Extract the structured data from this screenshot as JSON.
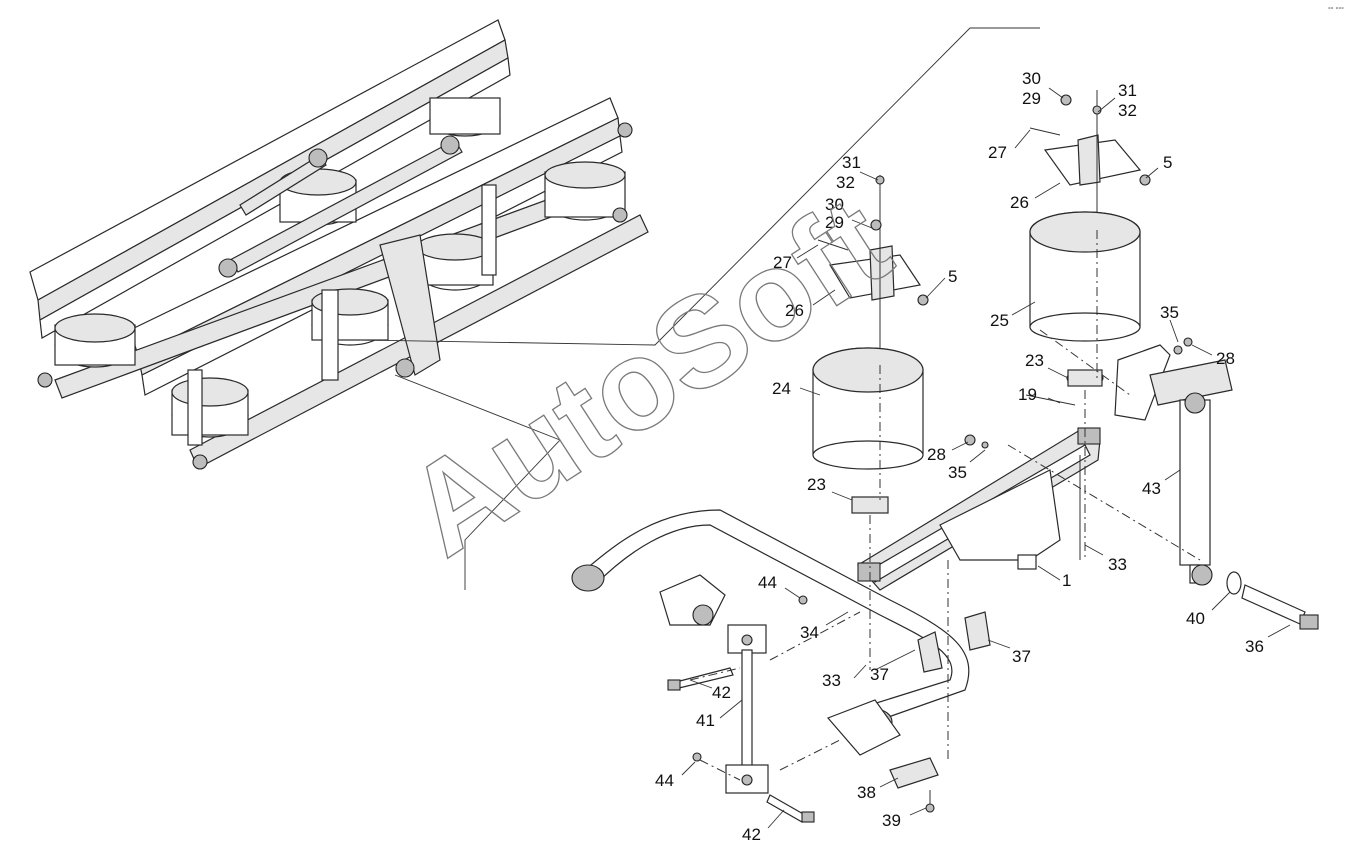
{
  "watermark": "AutoSoft",
  "corner_mark": "°° °°°",
  "callouts": [
    {
      "id": "c30a",
      "text": "30"
    },
    {
      "id": "c29a",
      "text": "29"
    },
    {
      "id": "c31a",
      "text": "31"
    },
    {
      "id": "c32a",
      "text": "32"
    },
    {
      "id": "c27a",
      "text": "27"
    },
    {
      "id": "c5a",
      "text": "5"
    },
    {
      "id": "c26a",
      "text": "26"
    },
    {
      "id": "c25",
      "text": "25"
    },
    {
      "id": "c31b",
      "text": "31"
    },
    {
      "id": "c32b",
      "text": "32"
    },
    {
      "id": "c30b",
      "text": "30"
    },
    {
      "id": "c29b",
      "text": "29"
    },
    {
      "id": "c27b",
      "text": "27"
    },
    {
      "id": "c5b",
      "text": "5"
    },
    {
      "id": "c26b",
      "text": "26"
    },
    {
      "id": "c24",
      "text": "24"
    },
    {
      "id": "c23a",
      "text": "23"
    },
    {
      "id": "c35a",
      "text": "35"
    },
    {
      "id": "c28a",
      "text": "28"
    },
    {
      "id": "c19",
      "text": "19"
    },
    {
      "id": "c28b",
      "text": "28"
    },
    {
      "id": "c35b",
      "text": "35"
    },
    {
      "id": "c23b",
      "text": "23"
    },
    {
      "id": "c43",
      "text": "43"
    },
    {
      "id": "c33a",
      "text": "33"
    },
    {
      "id": "c1",
      "text": "1"
    },
    {
      "id": "c40",
      "text": "40"
    },
    {
      "id": "c36",
      "text": "36"
    },
    {
      "id": "c44a",
      "text": "44"
    },
    {
      "id": "c34",
      "text": "34"
    },
    {
      "id": "c37a",
      "text": "37"
    },
    {
      "id": "c42a",
      "text": "42"
    },
    {
      "id": "c33b",
      "text": "33"
    },
    {
      "id": "c37b",
      "text": "37"
    },
    {
      "id": "c41",
      "text": "41"
    },
    {
      "id": "c44b",
      "text": "44"
    },
    {
      "id": "c38",
      "text": "38"
    },
    {
      "id": "c42b",
      "text": "42"
    },
    {
      "id": "c39",
      "text": "39"
    }
  ]
}
